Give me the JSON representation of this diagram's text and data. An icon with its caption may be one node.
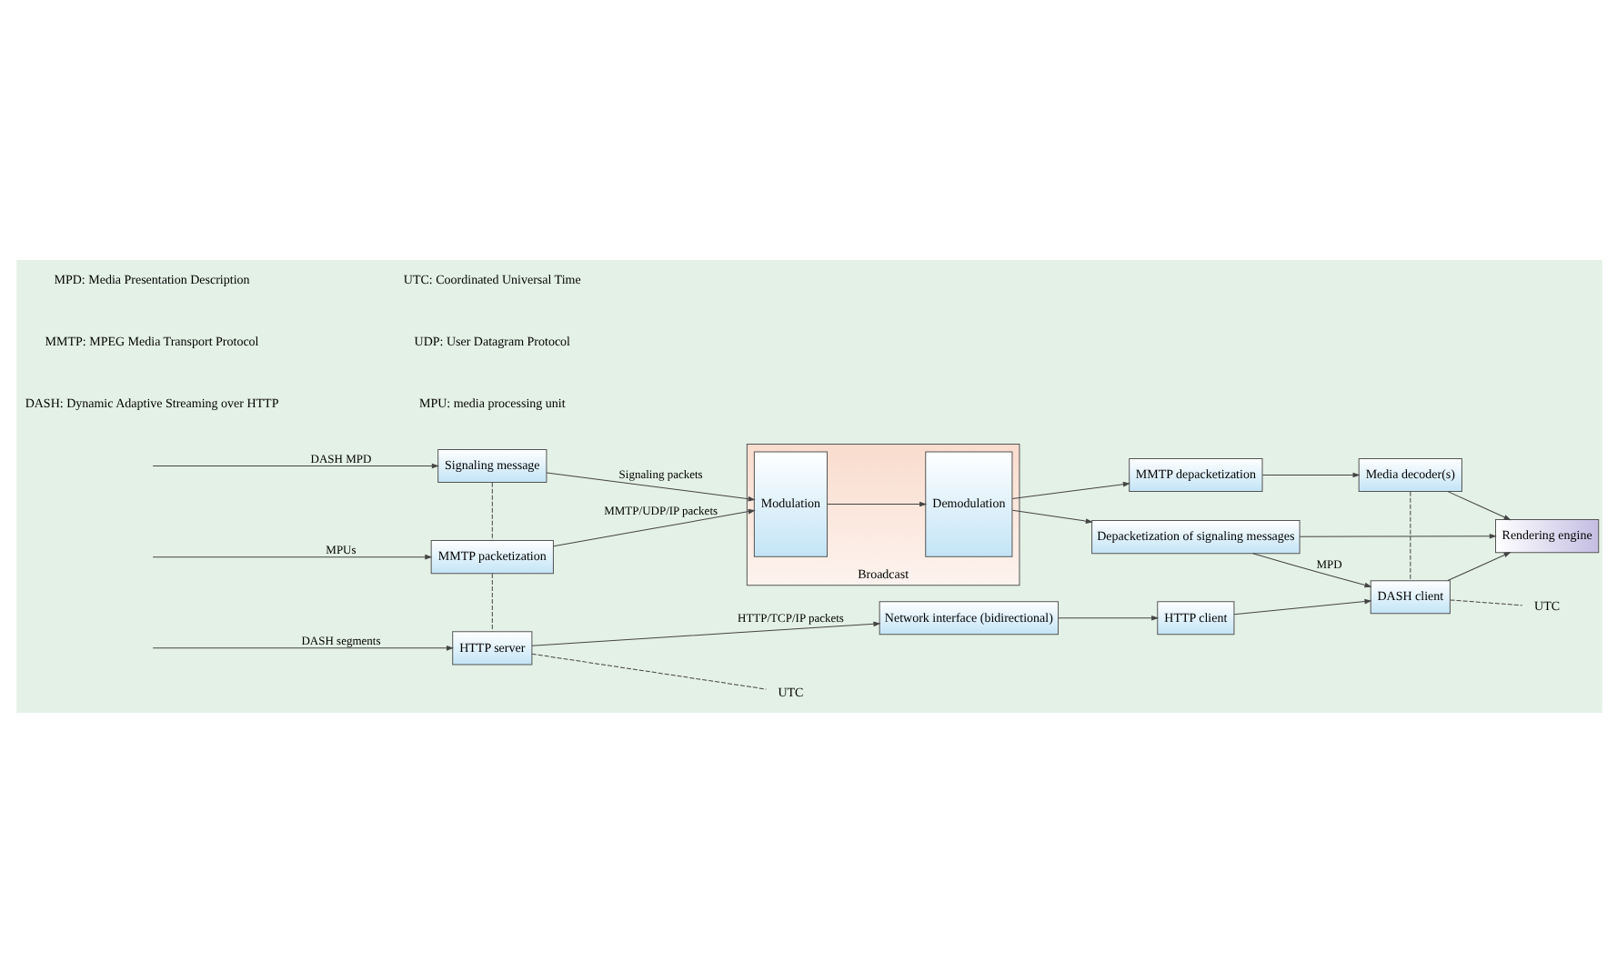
{
  "diagram": {
    "nodes": [
      {
        "text": [
          "Signaling message"
        ]
      },
      {
        "text": [
          "MMTP packetization"
        ]
      },
      {
        "text": [
          "HTTP server"
        ]
      },
      {
        "text": [
          "Broadcast"
        ]
      },
      {
        "text": [
          "Modulation"
        ],
        "in": 3
      },
      {
        "text": [
          "Demodulation"
        ],
        "in": 3
      },
      {
        "text": [
          "Depacketization of signaling messages"
        ]
      },
      {
        "text": [
          "MMTP depacketization"
        ]
      },
      {
        "text": [
          "Network interface (bidirectional)"
        ]
      },
      {
        "text": [
          "HTTP client"
        ]
      },
      {
        "text": [
          "Media decoder(s)"
        ]
      },
      {
        "text": [
          "DASH client"
        ]
      },
      {
        "text": [
          "Rendering engine"
        ]
      },
      {
        "text": [
          "UTC"
        ]
      },
      {
        "text": [
          "UTC"
        ]
      }
    ],
    "edges": [
      {
        "from": null,
        "to": 0,
        "arrow": "to",
        "label": "DASH MPD"
      },
      {
        "from": null,
        "to": 1,
        "arrow": "to",
        "label": "MPUs"
      },
      {
        "from": null,
        "to": 2,
        "arrow": "to",
        "label": "DASH segments"
      },
      {
        "from": 0,
        "to": 1,
        "arrow": "none",
        "style": "dashed"
      },
      {
        "from": 1,
        "to": 2,
        "arrow": "none",
        "style": "dashed"
      },
      {
        "from": 0,
        "to": 4,
        "arrow": "to",
        "label": "Signaling packets"
      },
      {
        "from": 1,
        "to": 4,
        "arrow": "to",
        "label": "MMTP/UDP/IP packets"
      },
      {
        "from": 4,
        "to": 5,
        "arrow": "to"
      },
      {
        "from": 5,
        "to": 6,
        "arrow": "to"
      },
      {
        "from": 5,
        "to": 7,
        "arrow": "to"
      },
      {
        "from": 6,
        "to": 12,
        "arrow": "to"
      },
      {
        "from": 6,
        "to": 11,
        "arrow": "to",
        "label": "MPD"
      },
      {
        "from": 7,
        "to": 10,
        "arrow": "to"
      },
      {
        "from": 10,
        "to": 12,
        "arrow": "to"
      },
      {
        "from": 10,
        "to": 11,
        "arrow": "none",
        "style": "dashed"
      },
      {
        "from": 2,
        "to": 8,
        "arrow": "to",
        "label": "HTTP/TCP/IP packets"
      },
      {
        "from": 8,
        "to": 9,
        "arrow": "to"
      },
      {
        "from": 9,
        "to": 11,
        "arrow": "to"
      },
      {
        "from": 11,
        "to": 12,
        "arrow": "to"
      },
      {
        "from": 2,
        "to": 13,
        "arrow": "none",
        "style": "dashed"
      },
      {
        "from": 11,
        "to": 14,
        "arrow": "none",
        "style": "dashed"
      }
    ],
    "labels": [
      "DASH: Dynamic Adaptive Streaming over HTTP",
      "MPU: media processing unit",
      "MMTP: MPEG Media Transport Protocol",
      "UDP: User Datagram Protocol",
      "MPD: Media Presentation Description",
      "UTC: Coordinated Universal Time"
    ]
  }
}
